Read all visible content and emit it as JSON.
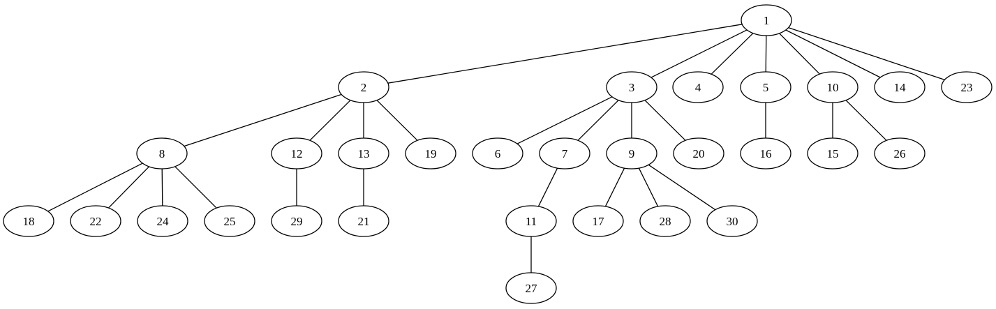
{
  "diagram": {
    "type": "tree",
    "line_color": "#000000",
    "node_fill": "#ffffff",
    "nodes": [
      {
        "id": "1",
        "label": "1"
      },
      {
        "id": "2",
        "label": "2"
      },
      {
        "id": "3",
        "label": "3"
      },
      {
        "id": "4",
        "label": "4"
      },
      {
        "id": "5",
        "label": "5"
      },
      {
        "id": "10",
        "label": "10"
      },
      {
        "id": "14",
        "label": "14"
      },
      {
        "id": "23",
        "label": "23"
      },
      {
        "id": "8",
        "label": "8"
      },
      {
        "id": "12",
        "label": "12"
      },
      {
        "id": "13",
        "label": "13"
      },
      {
        "id": "19",
        "label": "19"
      },
      {
        "id": "6",
        "label": "6"
      },
      {
        "id": "7",
        "label": "7"
      },
      {
        "id": "9",
        "label": "9"
      },
      {
        "id": "20",
        "label": "20"
      },
      {
        "id": "16",
        "label": "16"
      },
      {
        "id": "15",
        "label": "15"
      },
      {
        "id": "26",
        "label": "26"
      },
      {
        "id": "18",
        "label": "18"
      },
      {
        "id": "22",
        "label": "22"
      },
      {
        "id": "24",
        "label": "24"
      },
      {
        "id": "25",
        "label": "25"
      },
      {
        "id": "29",
        "label": "29"
      },
      {
        "id": "21",
        "label": "21"
      },
      {
        "id": "11",
        "label": "11"
      },
      {
        "id": "17",
        "label": "17"
      },
      {
        "id": "28",
        "label": "28"
      },
      {
        "id": "30",
        "label": "30"
      },
      {
        "id": "27",
        "label": "27"
      }
    ],
    "edges": [
      [
        "1",
        "2"
      ],
      [
        "1",
        "3"
      ],
      [
        "1",
        "4"
      ],
      [
        "1",
        "5"
      ],
      [
        "1",
        "10"
      ],
      [
        "1",
        "14"
      ],
      [
        "1",
        "23"
      ],
      [
        "2",
        "8"
      ],
      [
        "2",
        "12"
      ],
      [
        "2",
        "13"
      ],
      [
        "2",
        "19"
      ],
      [
        "3",
        "6"
      ],
      [
        "3",
        "7"
      ],
      [
        "3",
        "9"
      ],
      [
        "3",
        "20"
      ],
      [
        "5",
        "16"
      ],
      [
        "10",
        "15"
      ],
      [
        "10",
        "26"
      ],
      [
        "8",
        "18"
      ],
      [
        "8",
        "22"
      ],
      [
        "8",
        "24"
      ],
      [
        "8",
        "25"
      ],
      [
        "12",
        "29"
      ],
      [
        "13",
        "21"
      ],
      [
        "7",
        "11"
      ],
      [
        "9",
        "17"
      ],
      [
        "9",
        "28"
      ],
      [
        "9",
        "30"
      ],
      [
        "11",
        "27"
      ]
    ]
  }
}
